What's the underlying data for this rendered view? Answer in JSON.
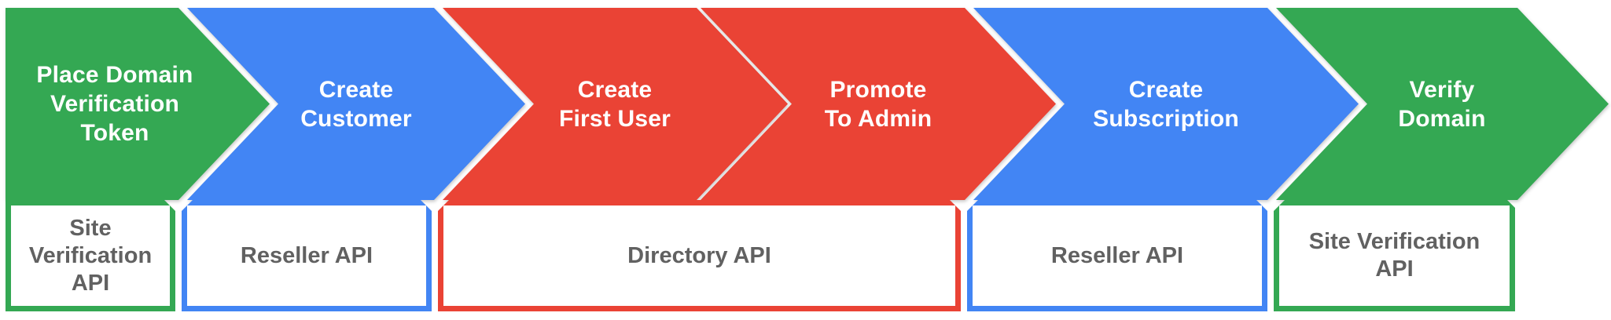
{
  "diagram": {
    "kind": "process-flow",
    "colors": {
      "green": "#34A853",
      "blue": "#4285F4",
      "red": "#EA4335",
      "step_label_text": "#FFFFFF",
      "api_label_text": "#616161",
      "background": "#FFFFFF"
    },
    "steps": [
      {
        "label": "Place Domain\nVerification\nToken",
        "color": "#34A853"
      },
      {
        "label": "Create\nCustomer",
        "color": "#4285F4"
      },
      {
        "label": "Create\nFirst User",
        "color": "#EA4335"
      },
      {
        "label": "Promote\nTo Admin",
        "color": "#EA4335"
      },
      {
        "label": "Create\nSubscription",
        "color": "#4285F4"
      },
      {
        "label": "Verify\nDomain",
        "color": "#34A853"
      }
    ],
    "api_boxes": [
      {
        "label": "Site\nVerification\nAPI",
        "color": "#34A853"
      },
      {
        "label": "Reseller API",
        "color": "#4285F4"
      },
      {
        "label": "Directory API",
        "color": "#EA4335"
      },
      {
        "label": "Reseller API",
        "color": "#4285F4"
      },
      {
        "label": "Site Verification\nAPI",
        "color": "#34A853"
      }
    ]
  }
}
